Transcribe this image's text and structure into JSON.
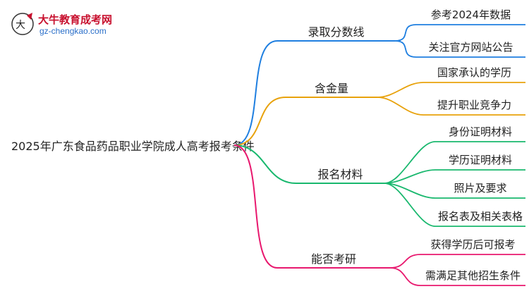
{
  "logo": {
    "title": "大牛教育成考网",
    "url": "gz-chengkao.com"
  },
  "root": {
    "label": "2025年广东食品药品职业学院成人高考报考条件"
  },
  "branches": [
    {
      "key": "score",
      "label": "录取分数线",
      "color": "#1f7fe0",
      "children": [
        {
          "label": "参考2024年数据"
        },
        {
          "label": "关注官方网站公告"
        }
      ]
    },
    {
      "key": "value",
      "label": "含金量",
      "color": "#e8a20c",
      "children": [
        {
          "label": "国家承认的学历"
        },
        {
          "label": "提升职业竞争力"
        }
      ]
    },
    {
      "key": "materials",
      "label": "报名材料",
      "color": "#19b86e",
      "children": [
        {
          "label": "身份证明材料"
        },
        {
          "label": "学历证明材料"
        },
        {
          "label": "照片及要求"
        },
        {
          "label": "报名表及相关表格"
        }
      ]
    },
    {
      "key": "eligibility",
      "label": "能否考研",
      "color": "#e8186e",
      "children": [
        {
          "label": "获得学历后可报考"
        },
        {
          "label": "需满足其他招生条件"
        }
      ]
    }
  ]
}
